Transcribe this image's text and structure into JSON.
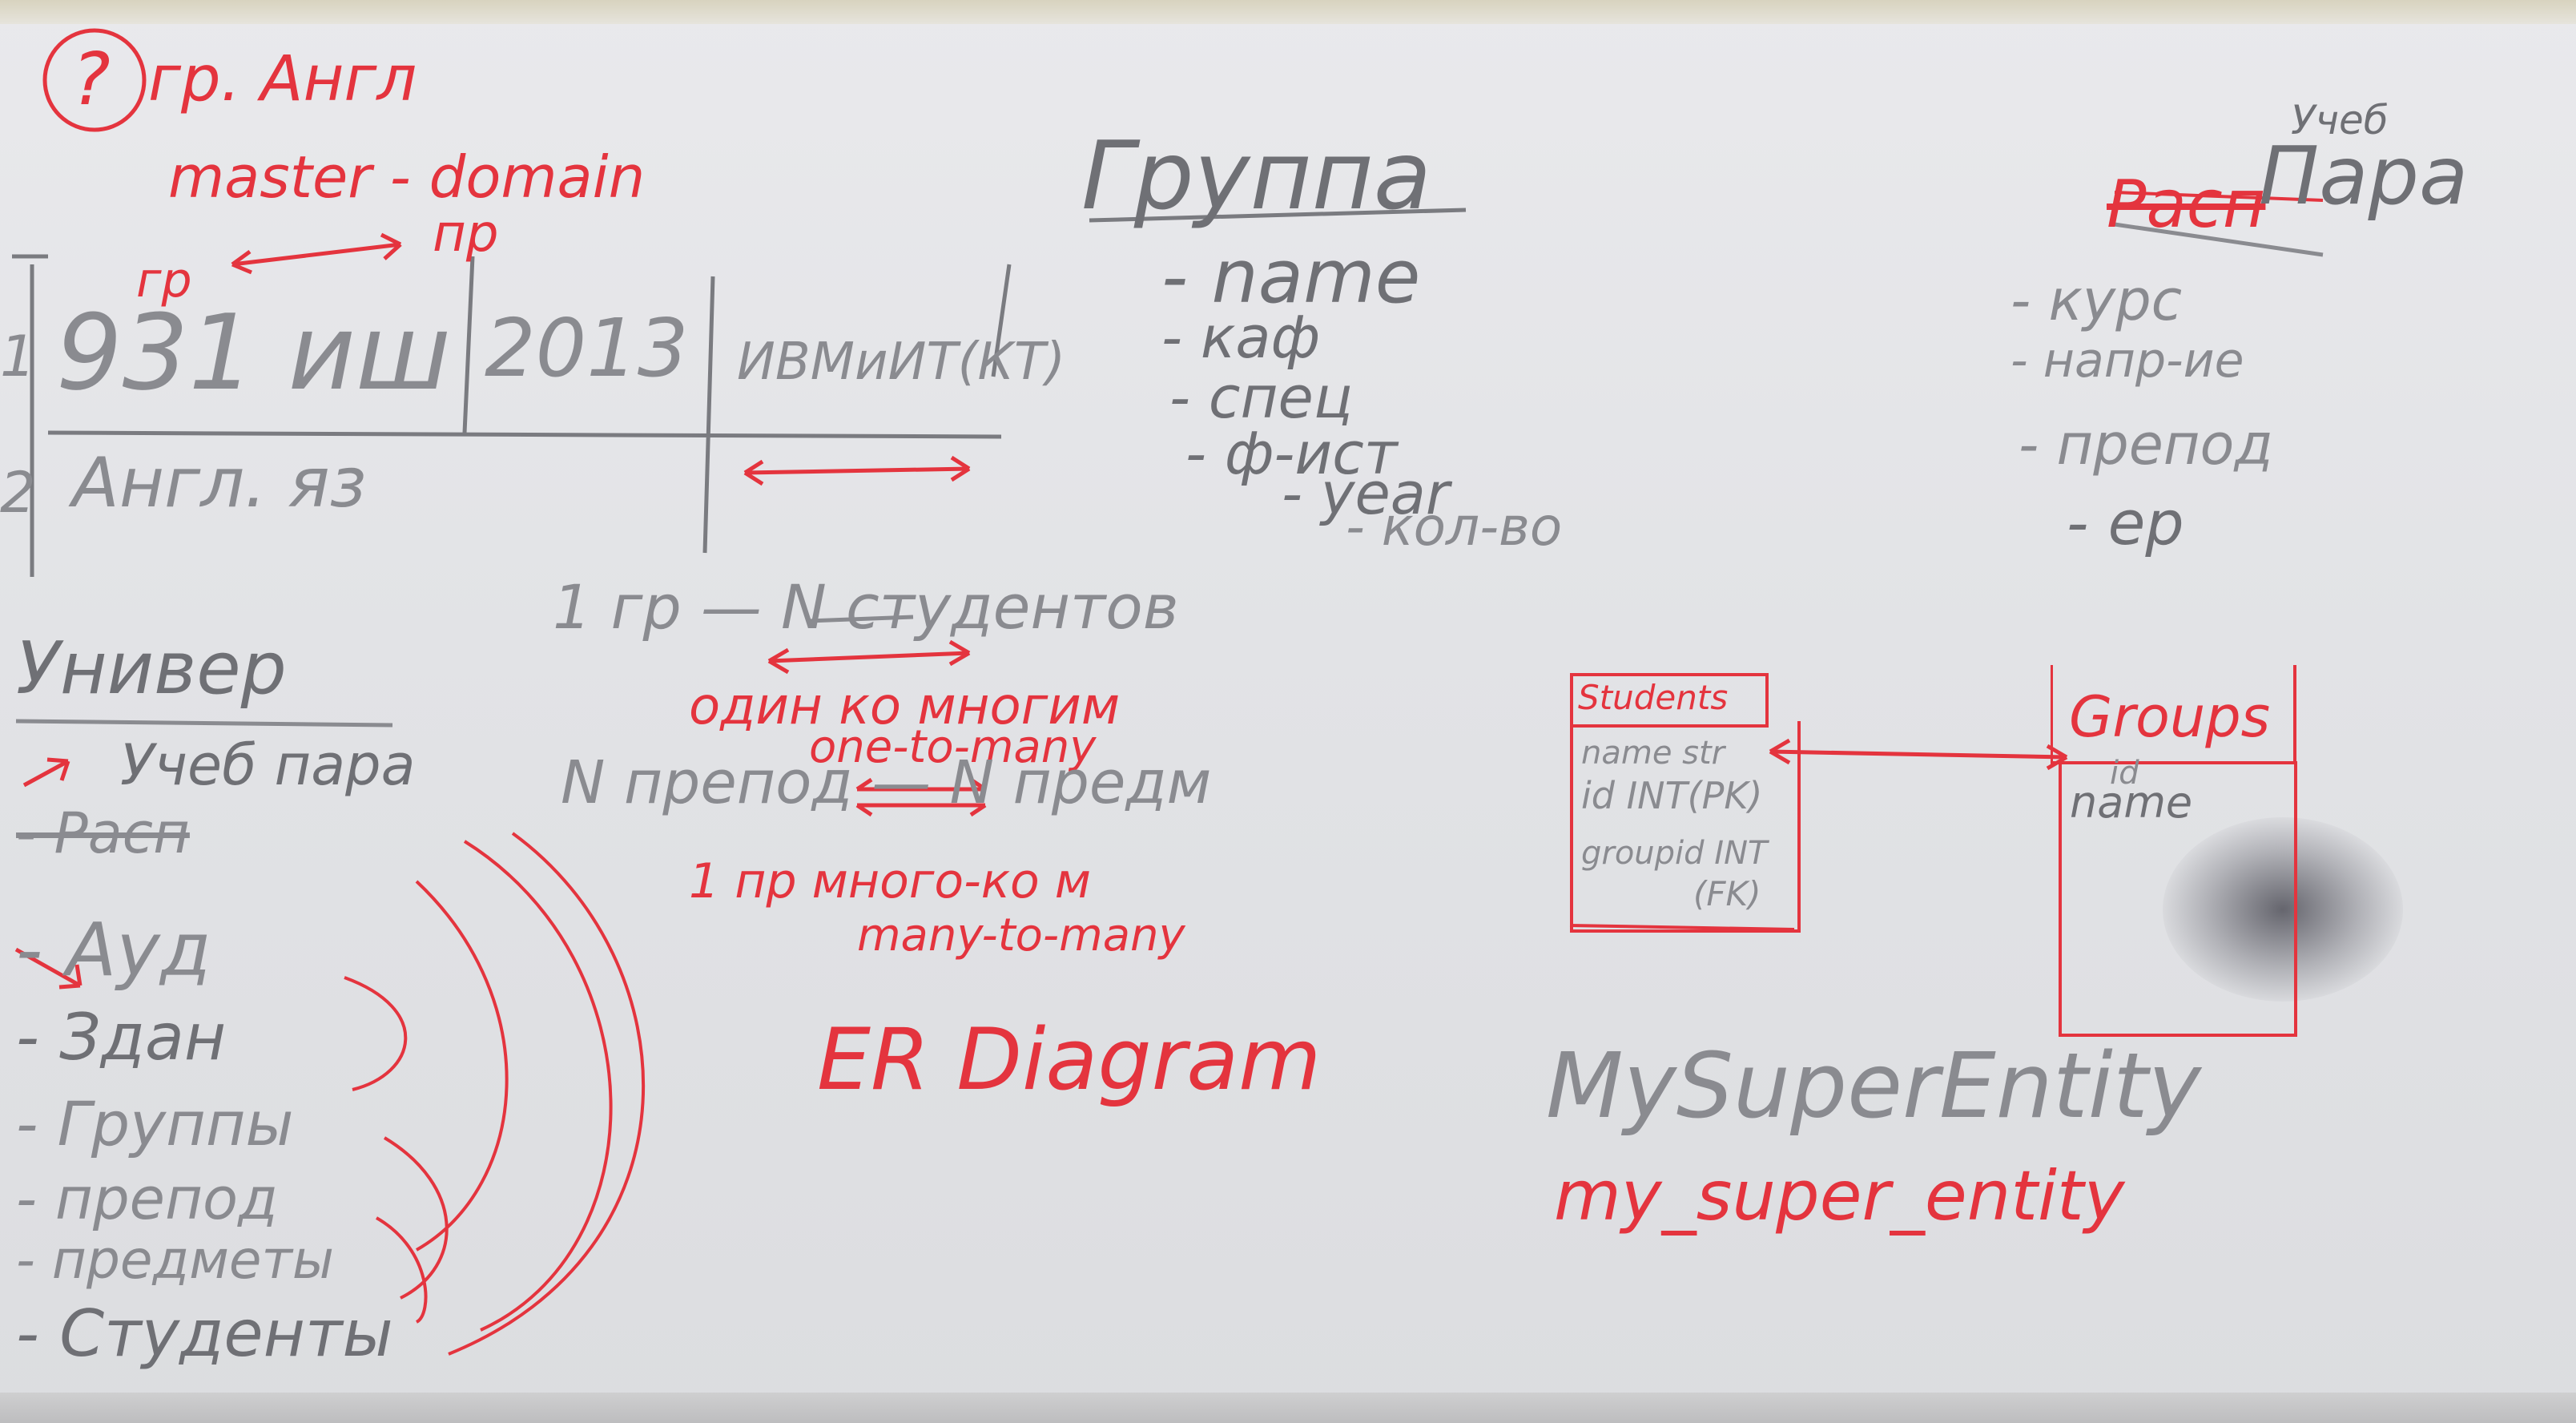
{
  "scene": "whiteboard",
  "colors": {
    "red_marker": "#e4343e",
    "black_marker": "#6f7075",
    "board": "#e4e5e8"
  },
  "top_left": {
    "question_mark": "?",
    "line1": "гр. Англ",
    "line2": "master - domain",
    "line3": "пр",
    "line4": "гр"
  },
  "table": {
    "row1_num": "1",
    "row1_group": "931 иш",
    "row1_year": "2013",
    "row1_dept": "ИВМиИТ(КТ)",
    "row2_num": "2",
    "row2_subject": "Англ. яз"
  },
  "group_entity": {
    "title": "Группа",
    "fields": [
      "- name",
      "- каф",
      "- спец",
      "- ф-ист",
      "- year",
      "- кол-во"
    ]
  },
  "class_entity": {
    "title_small": "Учеб",
    "title": "Пара",
    "crossed": "Расп",
    "fields": [
      "- курс",
      "- напр-ие",
      "- препод",
      "- ер"
    ]
  },
  "relations": {
    "one_to_many_black": "1 гр — N студентов",
    "one_to_many_ru": "один ко многим",
    "one_to_many_en": "one-to-many",
    "many_black": "N препод — N предм",
    "many_ru": "1 пр много-ко м",
    "many_en": "many-to-many"
  },
  "univer": {
    "title": "Универ",
    "items": [
      "Учеб пара",
      "- Расп",
      "- Ауд",
      "- Здан",
      "- Группы",
      "- препод",
      "- предметы",
      "- Студенты"
    ]
  },
  "er_label": "ER Diagram",
  "students_table": {
    "title": "Students",
    "rows": [
      "name str",
      "id INT(PK)",
      "groupid INT",
      "(FK)"
    ]
  },
  "groups_table": {
    "title": "Groups",
    "rows": [
      "id",
      "name"
    ]
  },
  "entity_naming": {
    "camel": "MySuperEntity",
    "snake": "my_super_entity"
  }
}
